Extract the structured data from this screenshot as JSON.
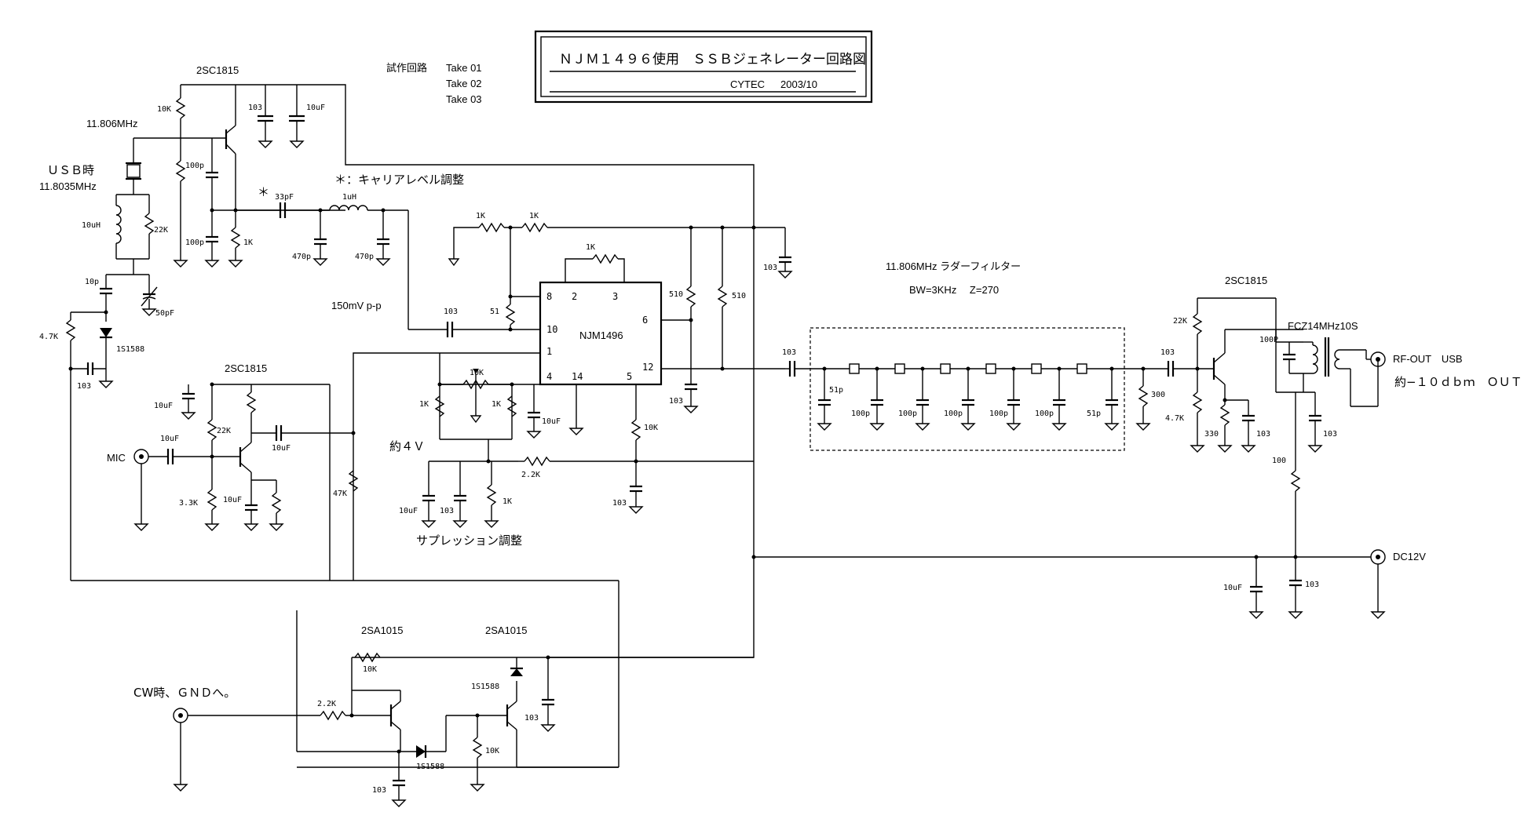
{
  "title_block": {
    "title": "ＮＪＭ１４９６使用　ＳＳＢジェネレーター回路図",
    "company": "CYTEC",
    "date": "2003/10"
  },
  "revisions": {
    "label": "試作回路",
    "items": [
      "Take 01",
      "Take 02",
      "Take 03"
    ]
  },
  "notes": {
    "carrier_level": "＊：キャリアレベル調整",
    "asterisk": "＊",
    "suppression": "サプレッション調整",
    "approx_4v": "約４Ｖ",
    "signal_level": "150mV p-p"
  },
  "filter": {
    "title": "11.806MHz ラダーフィルター",
    "spec": "BW=3KHz　 Z=270",
    "caps": [
      "51p",
      "100p",
      "100p",
      "100p",
      "100p",
      "100p",
      "51p"
    ]
  },
  "ic": {
    "name": "NJM1496",
    "pins": [
      "8",
      "2",
      "3",
      "10",
      "6",
      "1",
      "12",
      "4",
      "14",
      "5"
    ]
  },
  "connectors": {
    "mic": "MIC",
    "cw": "CW時、ＧＮＤへ。",
    "rf_out": "RF-OUT　USB",
    "rf_level": "約−１０ｄｂｍ　ＯＵＴ",
    "dc": "DC12V"
  },
  "oscillator": {
    "freq": "11.806MHz",
    "usb_label": "ＵＳＢ時",
    "usb_freq": "11.8035MHz"
  },
  "transformer": "FCZ14MHz10S",
  "transistors": {
    "osc": "2SC1815",
    "mic_amp": "2SC1815",
    "rf_amp": "2SC1815",
    "sw1": "2SA1015",
    "sw2": "2SA1015"
  },
  "components": {
    "r10k_osc": "10K",
    "c103_osc": "103",
    "c10uf_osc": "10uF",
    "c100p_a": "100p",
    "c100p_b": "100p",
    "r1k_osc": "1K",
    "l10uh": "10uH",
    "r22k_osc": "22K",
    "c10p": "10p",
    "vc50p": "50pF",
    "r47k_osc": "4.7K",
    "d_osc": "1S1588",
    "c103_osc2": "103",
    "c33p": "33pF",
    "l1uh": "1uH",
    "c470p_a": "470p",
    "c470p_b": "470p",
    "r1k_a": "1K",
    "r1k_b": "1K",
    "r1k_c": "1K",
    "c103_top": "103",
    "r51": "51",
    "c103_in": "103",
    "r510_a": "510",
    "r510_b": "510",
    "c103_ic": "103",
    "vr10k": "10K",
    "r1k_d": "1K",
    "r1k_e": "1K",
    "c10uf_ic": "10uF",
    "r10k_ic": "10K",
    "c103_ic2": "103",
    "r22_k": "2.2K",
    "c10uf_sup": "10uF",
    "c103_sup": "103",
    "r1k_sup": "1K",
    "c10uf_mic1": "10uF",
    "c10uf_mic2": "10uF",
    "r22k_mic": "22K",
    "c10uf_mic3": "10uF",
    "r33k_mic": "3.3K",
    "c10uf_mic4": "10uF",
    "r47k_mic": "47K",
    "r10k_sw": "10K",
    "d_sw": "1S1588",
    "r22k_sw": "2.2K",
    "c103_sw": "103",
    "d_sw2": "1S1588",
    "r10k_sw2": "10K",
    "c103_sw2": "103",
    "c103_f1": "103",
    "c103_f2": "103",
    "r300": "300",
    "r22k_rf": "22K",
    "r47k_rf": "4.7K",
    "r330": "330",
    "c103_rf": "103",
    "c100p_rf": "100P",
    "c103_rf2": "103",
    "r100": "100",
    "c10uf_dc": "10uF",
    "c103_dc": "103"
  }
}
